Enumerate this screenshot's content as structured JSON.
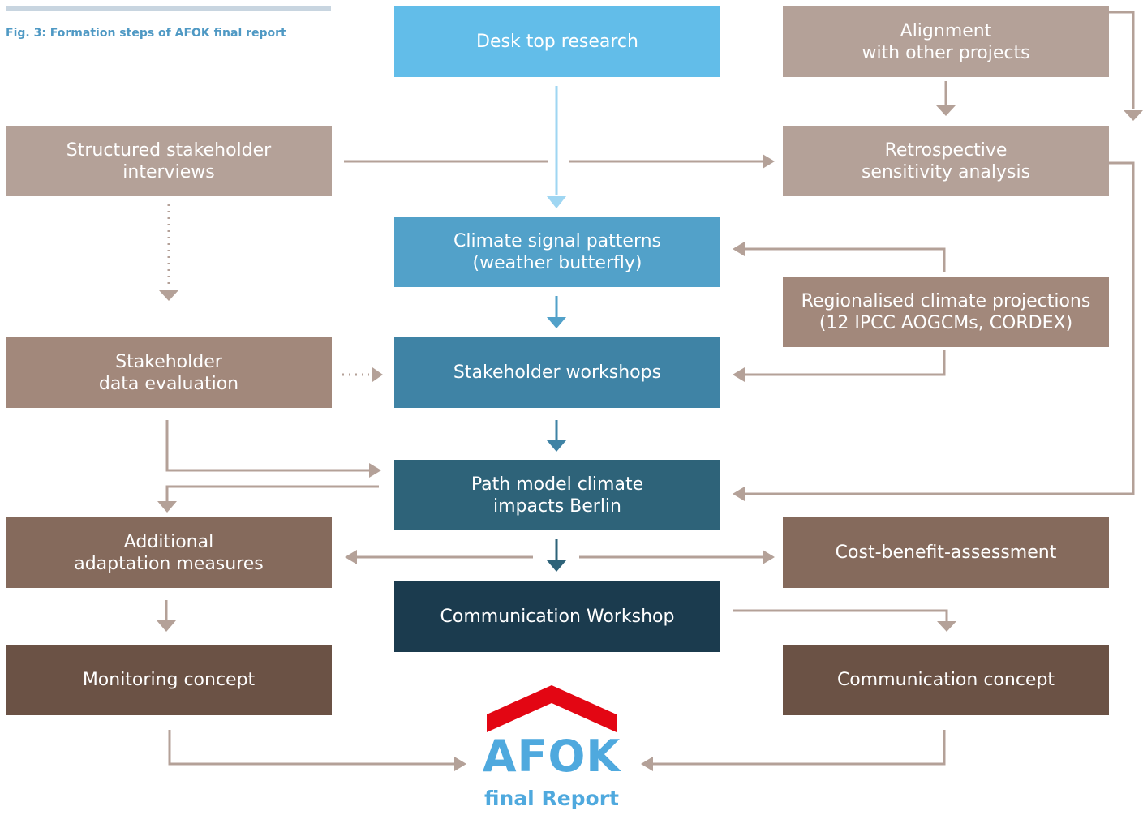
{
  "caption": "Fig. 3: Formation steps of AFOK final report",
  "colors": {
    "brown_light": "#b4a198",
    "brown_mid": "#a2887b",
    "brown_dark": "#856a5c",
    "brown_darkest": "#6b5245",
    "blue_light": "#62bde9",
    "blue_2": "#52a1c9",
    "blue_3": "#3f83a5",
    "blue_4": "#2e6379",
    "blue_darkest": "#1b3b4e",
    "logo_red": "#e30613",
    "logo_blue": "#4fa9de"
  },
  "boxes": {
    "desk_research": "Desk top research",
    "alignment": "Alignment\nwith other projects",
    "structured_interviews": "Structured stakeholder\ninterviews",
    "retrospective": "Retrospective\nsensitivity analysis",
    "climate_signal": "Climate signal patterns\n(weather butterfly)",
    "regional_projections": "Regionalised climate projections\n(12 IPCC AOGCMs, CORDEX)",
    "stakeholder_evaluation": "Stakeholder\ndata evaluation",
    "stakeholder_workshops": "Stakeholder workshops",
    "path_model": "Path model climate\nimpacts Berlin",
    "additional_measures": "Additional\nadaptation measures",
    "cost_benefit": "Cost-benefit-assessment",
    "communication_workshop": "Communication Workshop",
    "monitoring": "Monitoring concept",
    "communication_concept": "Communication concept"
  },
  "logo": {
    "word": "AFOK",
    "sub": "final Report"
  }
}
